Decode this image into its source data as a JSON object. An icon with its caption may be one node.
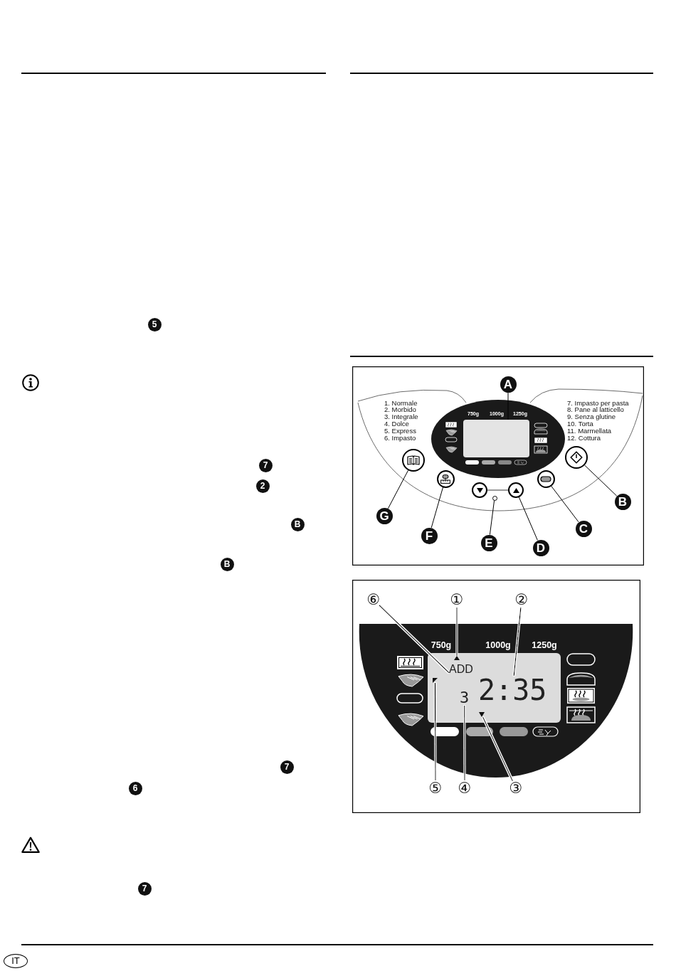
{
  "diagram": {
    "nodes": [
      {
        "text": [
          "A"
        ]
      },
      {
        "text": [],
        "shape": "box"
      },
      {
        "text": [
          "B"
        ]
      },
      {
        "text": [],
        "shape": "circle"
      },
      {
        "text": [
          "C"
        ]
      },
      {
        "text": [],
        "shape": "circle"
      },
      {
        "text": [
          "D"
        ]
      },
      {
        "text": [],
        "shape": "circle"
      },
      {
        "text": [
          "E"
        ]
      },
      {
        "text": [],
        "shape": "circle"
      },
      {
        "text": [
          "F"
        ]
      },
      {
        "text": [],
        "shape": "circle"
      },
      {
        "text": [
          "G"
        ]
      },
      {
        "text": [],
        "shape": "circle"
      },
      {
        "text": [
          "⑥"
        ]
      },
      {
        "text": [
          "①"
        ]
      },
      {
        "text": [
          "②"
        ]
      },
      {
        "text": [
          "ADD"
        ]
      },
      {
        "text": [],
        "shape": "triangle"
      },
      {
        "text": [
          "2:35"
        ]
      },
      {
        "text": [],
        "shape": "triangle"
      },
      {
        "text": [
          "3"
        ]
      },
      {
        "text": [],
        "shape": "triangle"
      },
      {
        "text": [
          "⑤"
        ]
      },
      {
        "text": [
          "④"
        ]
      },
      {
        "text": [
          "③"
        ]
      },
      {
        "text": [],
        "shape": "circle"
      }
    ],
    "edges": [
      {
        "from": 0,
        "to": 1,
        "arrow": "none"
      },
      {
        "from": 2,
        "to": 3,
        "arrow": "none"
      },
      {
        "from": 4,
        "to": 5,
        "arrow": "none"
      },
      {
        "from": 6,
        "to": 7,
        "arrow": "none"
      },
      {
        "from": 8,
        "to": 9,
        "arrow": "none"
      },
      {
        "from": 10,
        "to": 11,
        "arrow": "none"
      },
      {
        "from": 12,
        "to": 13,
        "arrow": "none"
      },
      {
        "from": 14,
        "to": 17,
        "arrow": "none"
      },
      {
        "from": 15,
        "to": 18,
        "arrow": "none"
      },
      {
        "from": 16,
        "to": 19,
        "arrow": "none"
      },
      {
        "from": 23,
        "to": 20,
        "arrow": "none"
      },
      {
        "from": 24,
        "to": 21,
        "arrow": "none"
      },
      {
        "from": 25,
        "to": 22,
        "arrow": "none"
      },
      {
        "from": 26,
        "to": 7,
        "arrow": "none",
        "color": "#808080"
      }
    ],
    "labels": [
      "5",
      "7",
      "2",
      "B",
      "B",
      "7",
      "6",
      "7",
      "1. Normale",
      "2. Morbido",
      "3. Integrale",
      "4. Dolce",
      "5. Express",
      "6. Impasto",
      "7. Impasto per pasta",
      "8. Pane al latticello",
      "9. Senza glutine",
      "10. Torta",
      "11. Marmellata",
      "12. Cottura",
      "750g",
      "1000g",
      "1250g",
      "750g",
      "1000g",
      "1250g",
      "IT"
    ]
  }
}
